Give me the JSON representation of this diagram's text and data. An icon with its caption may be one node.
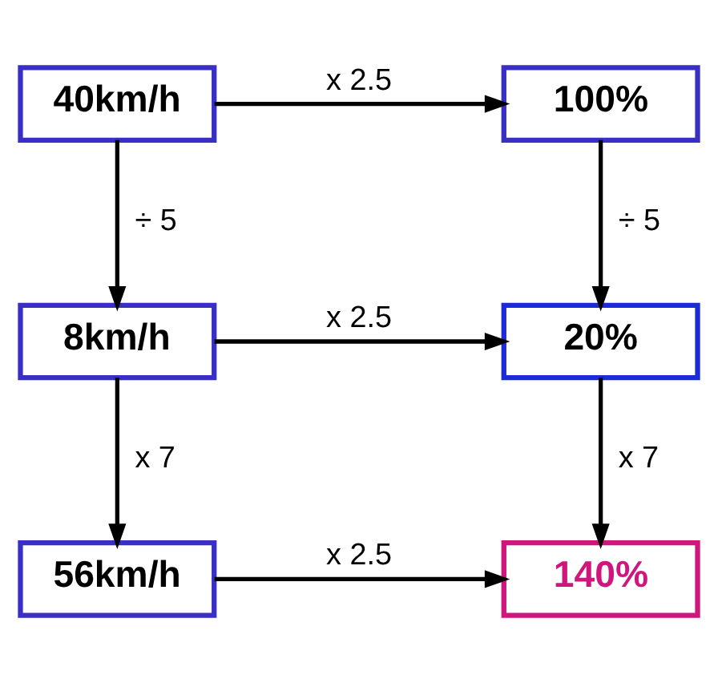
{
  "diagram": {
    "nodes": [
      {
        "text": [
          "40km/h"
        ]
      },
      {
        "text": [
          "100%"
        ]
      },
      {
        "text": [
          "8km/h"
        ]
      },
      {
        "text": [
          "20%"
        ]
      },
      {
        "text": [
          "56km/h"
        ]
      },
      {
        "text": [
          "140%"
        ]
      }
    ],
    "edges": [
      {
        "from": 0,
        "to": 1,
        "arrow": "to",
        "label": "x 2.5"
      },
      {
        "from": 0,
        "to": 2,
        "arrow": "to",
        "label": "÷ 5"
      },
      {
        "from": 1,
        "to": 3,
        "arrow": "to",
        "label": "÷ 5"
      },
      {
        "from": 2,
        "to": 3,
        "arrow": "to",
        "label": "x 2.5"
      },
      {
        "from": 2,
        "to": 4,
        "arrow": "to",
        "label": "x 7"
      },
      {
        "from": 3,
        "to": 5,
        "arrow": "to",
        "label": "x 7"
      },
      {
        "from": 4,
        "to": 5,
        "arrow": "to",
        "label": "x 2.5"
      }
    ]
  }
}
